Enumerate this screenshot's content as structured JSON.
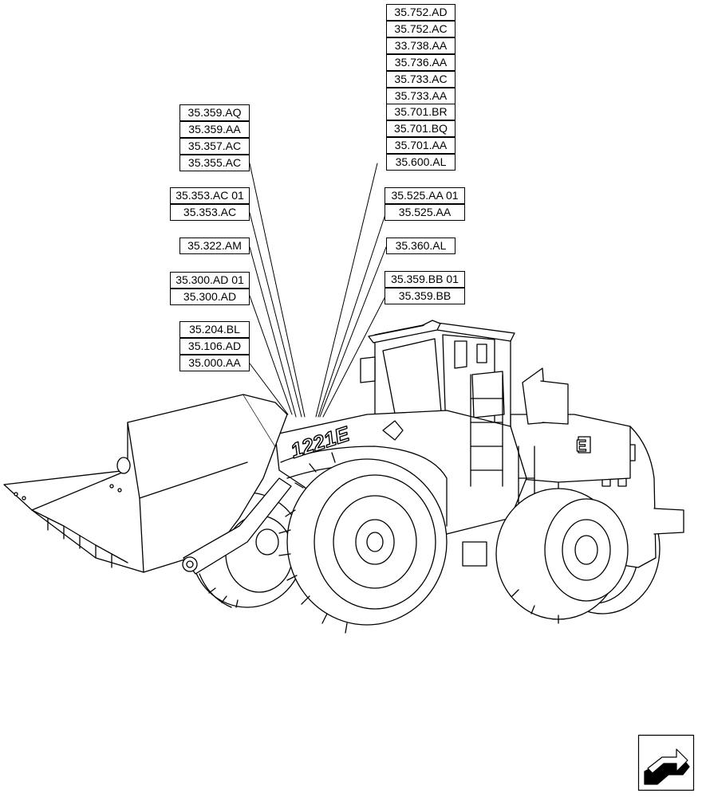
{
  "machine_badge": "1221E",
  "callout_groups": [
    {
      "labels": [
        "35.752.AD",
        "35.752.AC",
        "33.738.AA",
        "35.736.AA",
        "35.733.AC",
        "35.733.AA",
        "35.701.BR",
        "35.701.BQ",
        "35.701.AA",
        "35.600.AL"
      ]
    },
    {
      "labels": [
        "35.359.AQ",
        "35.359.AA",
        "35.357.AC",
        "35.355.AC"
      ]
    },
    {
      "labels": [
        "35.353.AC 01",
        "35.353.AC"
      ]
    },
    {
      "labels": [
        "35.525.AA 01",
        "35.525.AA"
      ]
    },
    {
      "labels": [
        "35.322.AM"
      ]
    },
    {
      "labels": [
        "35.360.AL"
      ]
    },
    {
      "labels": [
        "35.300.AD 01",
        "35.300.AD"
      ]
    },
    {
      "labels": [
        "35.359.BB 01",
        "35.359.BB"
      ]
    },
    {
      "labels": [
        "35.204.BL",
        "35.106.AD",
        "35.000.AA"
      ]
    }
  ],
  "nav_icon": "next-page-arrow-icon"
}
